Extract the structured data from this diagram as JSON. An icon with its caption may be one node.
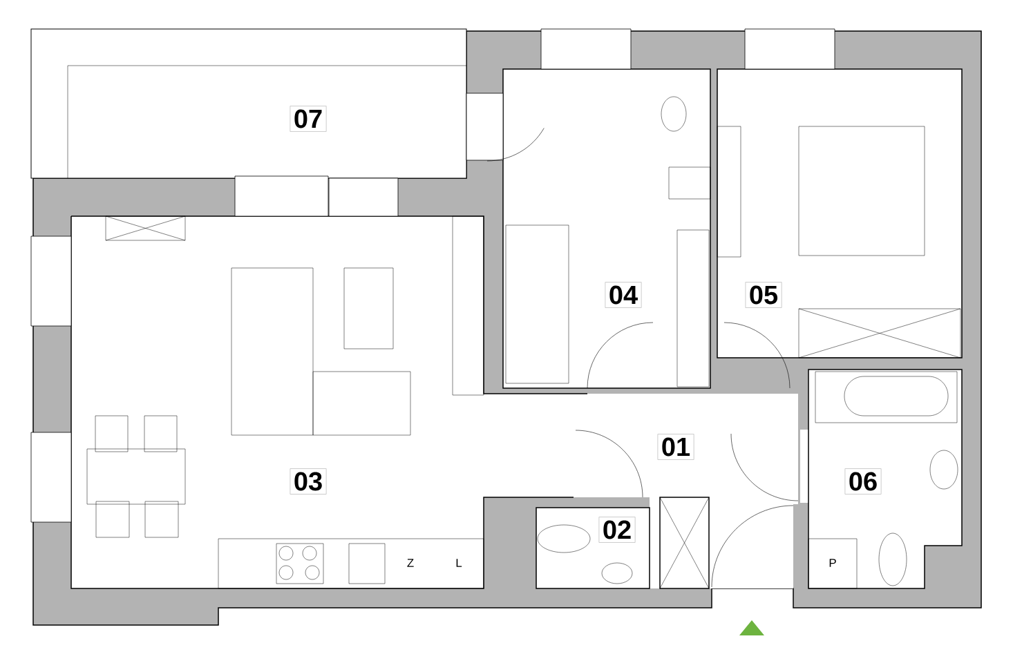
{
  "diagram": {
    "nodes": [
      {
        "text": [
          "07"
        ]
      },
      {
        "text": [
          "04"
        ]
      },
      {
        "text": [
          "05"
        ]
      },
      {
        "text": [
          "01"
        ]
      },
      {
        "text": [
          "03"
        ]
      },
      {
        "text": [
          "06"
        ]
      },
      {
        "text": [
          "02"
        ]
      }
    ],
    "labels": [
      "Z",
      "L",
      "P"
    ]
  }
}
